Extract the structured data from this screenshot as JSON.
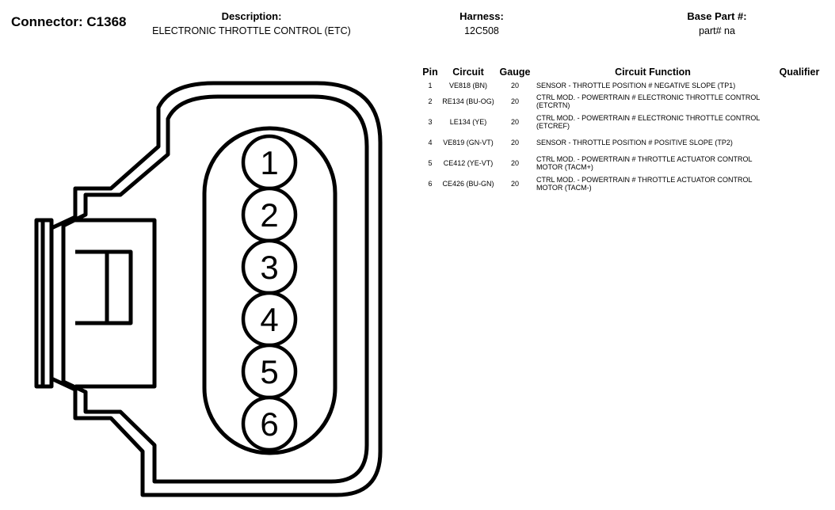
{
  "header": {
    "connector_label": "Connector: C1368",
    "description_label": "Description:",
    "description_value": "ELECTRONIC THROTTLE CONTROL (ETC)",
    "harness_label": "Harness:",
    "harness_value": "12C508",
    "base_part_label": "Base Part #:",
    "base_part_value": "part# na"
  },
  "table": {
    "columns": [
      "Pin",
      "Circuit",
      "Gauge",
      "Circuit Function",
      "Qualifier"
    ],
    "rows": [
      {
        "pin": "1",
        "circuit": "VE818 (BN)",
        "gauge": "20",
        "function": "SENSOR - THROTTLE POSITION # NEGATIVE SLOPE (TP1)",
        "qualifier": ""
      },
      {
        "pin": "2",
        "circuit": "RE134 (BU-OG)",
        "gauge": "20",
        "function": "CTRL MOD. - POWERTRAIN # ELECTRONIC THROTTLE CONTROL (ETCRTN)",
        "qualifier": ""
      },
      {
        "pin": "3",
        "circuit": "LE134 (YE)",
        "gauge": "20",
        "function": "CTRL MOD. - POWERTRAIN # ELECTRONIC THROTTLE CONTROL (ETCREF)",
        "qualifier": ""
      },
      {
        "pin": "4",
        "circuit": "VE819 (GN-VT)",
        "gauge": "20",
        "function": "SENSOR - THROTTLE POSITION # POSITIVE SLOPE (TP2)",
        "qualifier": ""
      },
      {
        "pin": "5",
        "circuit": "CE412 (YE-VT)",
        "gauge": "20",
        "function": "CTRL MOD. - POWERTRAIN # THROTTLE ACTUATOR CONTROL MOTOR (TACM+)",
        "qualifier": ""
      },
      {
        "pin": "6",
        "circuit": "CE426 (BU-GN)",
        "gauge": "20",
        "function": "CTRL MOD. - POWERTRAIN # THROTTLE ACTUATOR CONTROL MOTOR (TACM-)",
        "qualifier": ""
      }
    ]
  },
  "connector_pins": [
    "1",
    "2",
    "3",
    "4",
    "5",
    "6"
  ]
}
